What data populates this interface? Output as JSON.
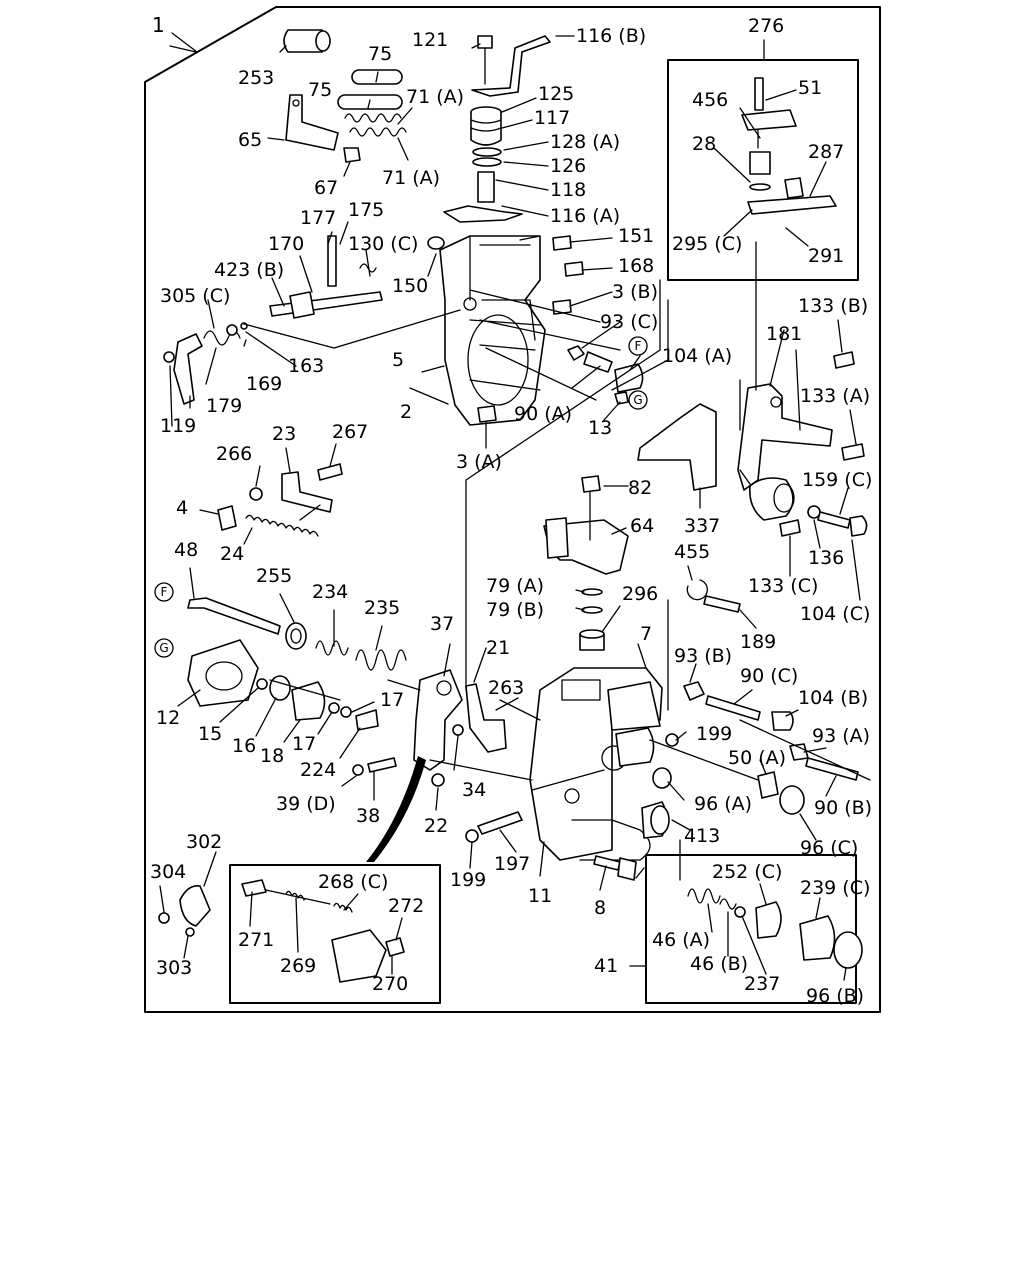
{
  "labels": {
    "l1": "1",
    "l253": "253",
    "l75a": "75",
    "l75b": "75",
    "l71a1": "71 (A)",
    "l71a2": "71 (A)",
    "l65": "65",
    "l67": "67",
    "l121": "121",
    "l116b": "116 (B)",
    "l125": "125",
    "l117": "117",
    "l128a": "128 (A)",
    "l126": "126",
    "l118": "118",
    "l116a": "116 (A)",
    "l276": "276",
    "l456": "456",
    "l51": "51",
    "l28": "28",
    "l287": "287",
    "l295c": "295 (C)",
    "l291": "291",
    "l177": "177",
    "l175": "175",
    "l170": "170",
    "l130c": "130 (C)",
    "l151": "151",
    "l168": "168",
    "l423b": "423 (B)",
    "l150": "150",
    "l3b": "3 (B)",
    "l305c": "305 (C)",
    "l93c": "93 (C)",
    "l133b": "133 (B)",
    "l181": "181",
    "l104a": "104 (A)",
    "l169": "169",
    "l163": "163",
    "l5": "5",
    "l179": "179",
    "l119": "119",
    "l2": "2",
    "l90a": "90 (A)",
    "l13": "13",
    "l133a": "133 (A)",
    "l3a": "3 (A)",
    "l23": "23",
    "l267": "267",
    "l266": "266",
    "l82": "82",
    "l159c": "159 (C)",
    "l4": "4",
    "l337": "337",
    "l64": "64",
    "l136": "136",
    "l24": "24",
    "l48": "48",
    "l455": "455",
    "l133c": "133 (C)",
    "l104c": "104 (C)",
    "l255": "255",
    "l79a": "79 (A)",
    "l79b": "79 (B)",
    "l296": "296",
    "l234": "234",
    "l235": "235",
    "l189": "189",
    "l37": "37",
    "l7": "7",
    "l21": "21",
    "l93b": "93 (B)",
    "l90c": "90 (C)",
    "l104b": "104 (B)",
    "l263": "263",
    "l12": "12",
    "l17a": "17",
    "l17b": "17",
    "l199a": "199",
    "l93a": "93 (A)",
    "l15": "15",
    "l16": "16",
    "l18": "18",
    "l224": "224",
    "l50a": "50 (A)",
    "l34": "34",
    "l39d": "39 (D)",
    "l96a": "96 (A)",
    "l90b": "90 (B)",
    "l38": "38",
    "l22": "22",
    "l413": "413",
    "l96c": "96 (C)",
    "l302": "302",
    "l199b": "199",
    "l197": "197",
    "l11": "11",
    "l304": "304",
    "l252c": "252 (C)",
    "l268c": "268 (C)",
    "l239c": "239 (C)",
    "l8": "8",
    "l272": "272",
    "l271": "271",
    "l46a": "46 (A)",
    "l269": "269",
    "l303": "303",
    "l41": "41",
    "l46b": "46 (B)",
    "l270": "270",
    "l237": "237",
    "l96b": "96 (B)"
  },
  "markers": {
    "f1": "F",
    "g1": "G",
    "f2": "F",
    "g2": "G"
  }
}
